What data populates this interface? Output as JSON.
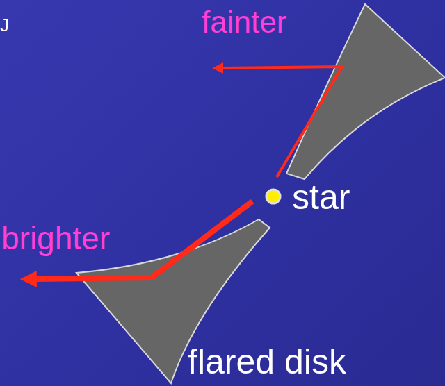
{
  "diagram": {
    "labels": [
      "J",
      "fainter",
      "brighter",
      "star",
      "flared disk"
    ]
  }
}
